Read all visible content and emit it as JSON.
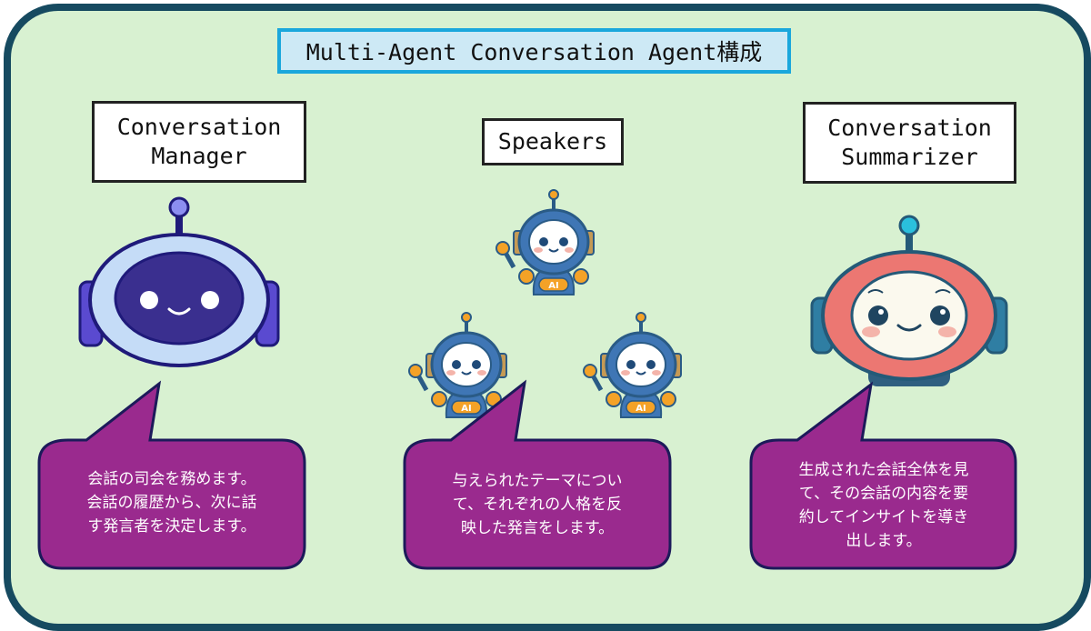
{
  "title": "Multi-Agent Conversation Agent構成",
  "colors": {
    "background": "#d8f1d1",
    "frame_border": "#164a60",
    "title_bg": "#cde9f5",
    "title_border": "#1aa7dc",
    "bubble_fill": "#9a2a8e",
    "bubble_border": "#1c1a5a"
  },
  "agents": [
    {
      "name": "Conversation\nManager",
      "icon": "robot-purple-icon",
      "description": "会話の司会を務めます。\n会話の履歴から、次に話\nす発言者を決定します。"
    },
    {
      "name": "Speakers",
      "icon": "robot-blue-ai-icon",
      "count": 3,
      "badge": "AI",
      "description": "与えられたテーマについ\nて、それぞれの人格を反\n映した発言をします。"
    },
    {
      "name": "Conversation\nSummarizer",
      "icon": "robot-red-icon",
      "description": "生成された会話全体を見\nて、その会話の内容を要\n約してインサイトを導き\n出します。"
    }
  ]
}
